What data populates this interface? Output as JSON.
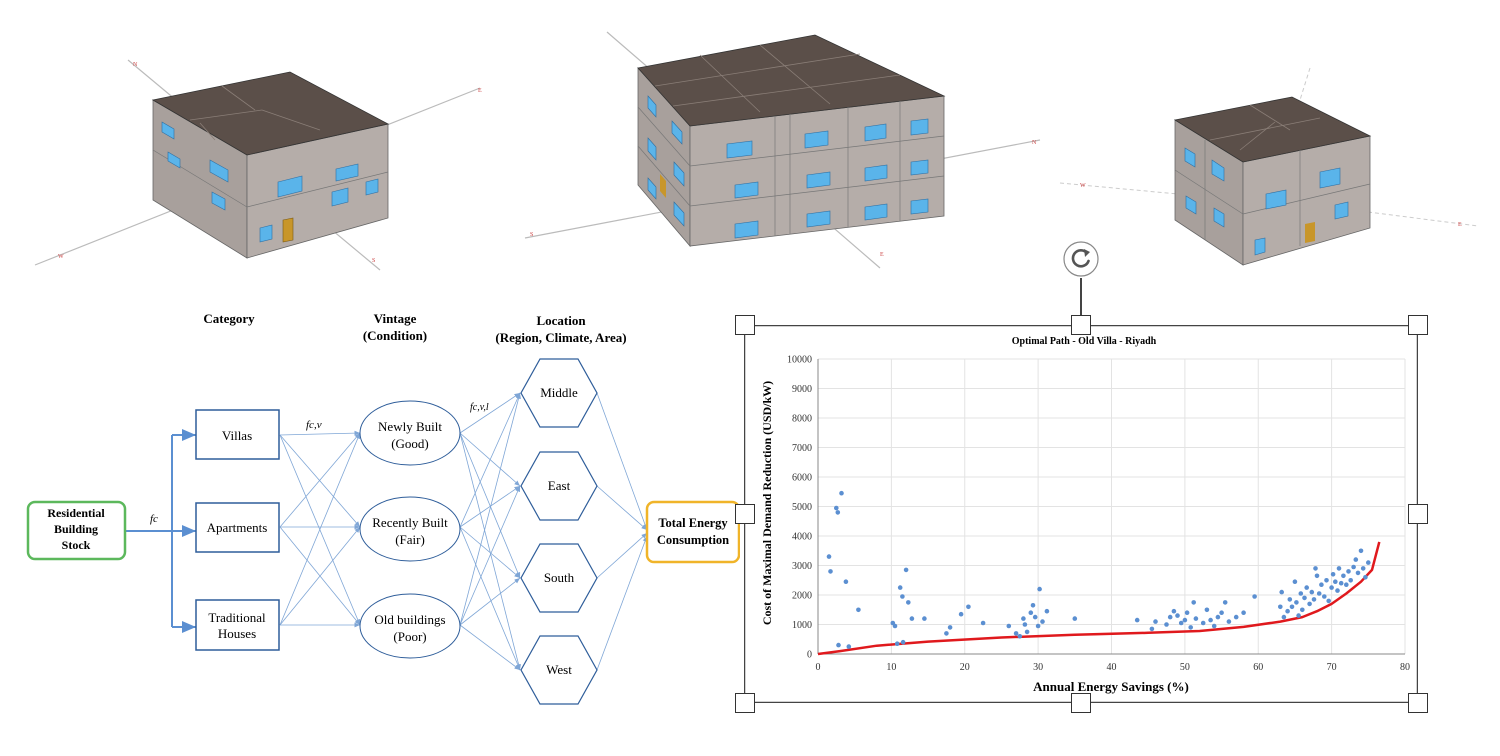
{
  "diagram": {
    "column_headers": {
      "category": "Category",
      "vintage": [
        "Vintage",
        "(Condition)"
      ],
      "location": [
        "Location",
        "(Region, Climate, Area)"
      ]
    },
    "source": [
      "Residential",
      "Building",
      "Stock"
    ],
    "categories": [
      {
        "label": [
          "Villas"
        ]
      },
      {
        "label": [
          "Apartments"
        ]
      },
      {
        "label": [
          "Traditional",
          "Houses"
        ]
      }
    ],
    "vintages": [
      {
        "label": [
          "Newly Built",
          "(Good)"
        ]
      },
      {
        "label": [
          "Recently Built",
          "(Fair)"
        ]
      },
      {
        "label": [
          "Old buildings",
          "(Poor)"
        ]
      }
    ],
    "locations": [
      "Middle",
      "East",
      "South",
      "West"
    ],
    "output": [
      "Total Energy",
      "Consumption"
    ],
    "edge_labels": {
      "fc": "fc",
      "fcv": "fc,v",
      "fcvl": "fc,v,l"
    },
    "colors": {
      "source_border": "#5cb85c",
      "output_border": "#f0b429",
      "node_border": "#2e5d9a",
      "link": "#7fa6d6"
    }
  },
  "models": {
    "colors": {
      "roof": "#5b4f49",
      "wall": "#b3aba7",
      "window": "#5ab4ea",
      "door": "#c8962a"
    },
    "axis_labels": [
      "N",
      "E",
      "S",
      "W"
    ]
  },
  "rotate_icon": "rotate-icon",
  "chart_data": {
    "type": "scatter",
    "title": "Optimal Path - Old Villa - Riyadh",
    "xlabel": "Annual Energy Savings (%)",
    "ylabel": "Cost of Maximal Demand Reduction (USD/kW)",
    "xlim": [
      0,
      80
    ],
    "ylim": [
      0,
      10000
    ],
    "xticks": [
      0,
      10,
      20,
      30,
      40,
      50,
      60,
      70,
      80
    ],
    "yticks": [
      0,
      1000,
      2000,
      3000,
      4000,
      5000,
      6000,
      7000,
      8000,
      9000,
      10000
    ],
    "grid": true,
    "series": [
      {
        "type": "scatter",
        "color": "#5b8fd1",
        "points": [
          [
            1.5,
            3300
          ],
          [
            1.7,
            2800
          ],
          [
            2.5,
            4950
          ],
          [
            2.7,
            4800
          ],
          [
            3.2,
            5450
          ],
          [
            3.8,
            2450
          ],
          [
            2.8,
            300
          ],
          [
            4.2,
            250
          ],
          [
            5.5,
            1500
          ],
          [
            10.2,
            1050
          ],
          [
            10.5,
            950
          ],
          [
            10.8,
            350
          ],
          [
            11.2,
            2250
          ],
          [
            11.5,
            1950
          ],
          [
            12.0,
            2850
          ],
          [
            12.3,
            1750
          ],
          [
            12.8,
            1200
          ],
          [
            14.5,
            1200
          ],
          [
            11.6,
            400
          ],
          [
            17.5,
            700
          ],
          [
            18.0,
            900
          ],
          [
            19.5,
            1350
          ],
          [
            20.5,
            1600
          ],
          [
            22.5,
            1050
          ],
          [
            26.0,
            950
          ],
          [
            27.0,
            700
          ],
          [
            27.5,
            600
          ],
          [
            28.2,
            1000
          ],
          [
            28.5,
            750
          ],
          [
            29.0,
            1400
          ],
          [
            29.3,
            1650
          ],
          [
            29.6,
            1250
          ],
          [
            30.0,
            950
          ],
          [
            30.2,
            2200
          ],
          [
            30.6,
            1100
          ],
          [
            31.2,
            1450
          ],
          [
            28.0,
            1200
          ],
          [
            35.0,
            1200
          ],
          [
            43.5,
            1150
          ],
          [
            45.5,
            850
          ],
          [
            46.0,
            1100
          ],
          [
            47.5,
            1000
          ],
          [
            48.0,
            1250
          ],
          [
            48.5,
            1450
          ],
          [
            49.0,
            1300
          ],
          [
            49.5,
            1050
          ],
          [
            50.0,
            1150
          ],
          [
            50.3,
            1400
          ],
          [
            50.8,
            900
          ],
          [
            51.2,
            1750
          ],
          [
            51.5,
            1200
          ],
          [
            52.5,
            1050
          ],
          [
            53.0,
            1500
          ],
          [
            53.5,
            1150
          ],
          [
            54.0,
            950
          ],
          [
            54.5,
            1250
          ],
          [
            55.0,
            1400
          ],
          [
            55.5,
            1750
          ],
          [
            56.0,
            1100
          ],
          [
            57.0,
            1250
          ],
          [
            58.0,
            1400
          ],
          [
            59.5,
            1950
          ],
          [
            63.0,
            1600
          ],
          [
            63.2,
            2100
          ],
          [
            63.5,
            1250
          ],
          [
            64.0,
            1450
          ],
          [
            64.3,
            1850
          ],
          [
            64.6,
            1600
          ],
          [
            65.0,
            2450
          ],
          [
            65.2,
            1750
          ],
          [
            65.5,
            1300
          ],
          [
            65.8,
            2050
          ],
          [
            66.0,
            1500
          ],
          [
            66.3,
            1900
          ],
          [
            66.6,
            2250
          ],
          [
            67.0,
            1700
          ],
          [
            67.3,
            2100
          ],
          [
            67.6,
            1850
          ],
          [
            68.0,
            2650
          ],
          [
            68.3,
            2050
          ],
          [
            68.6,
            2350
          ],
          [
            69.0,
            1950
          ],
          [
            69.3,
            2500
          ],
          [
            69.6,
            1800
          ],
          [
            70.0,
            2250
          ],
          [
            70.2,
            2700
          ],
          [
            70.5,
            2450
          ],
          [
            70.8,
            2150
          ],
          [
            71.0,
            2900
          ],
          [
            71.3,
            2400
          ],
          [
            71.6,
            2650
          ],
          [
            72.0,
            2350
          ],
          [
            72.3,
            2800
          ],
          [
            72.6,
            2500
          ],
          [
            73.0,
            2950
          ],
          [
            73.3,
            3200
          ],
          [
            73.6,
            2750
          ],
          [
            74.0,
            3500
          ],
          [
            74.3,
            2900
          ],
          [
            74.6,
            2600
          ],
          [
            75.0,
            3100
          ],
          [
            67.8,
            2900
          ]
        ]
      },
      {
        "type": "line",
        "color": "#e0191d",
        "points": [
          [
            0,
            0
          ],
          [
            3,
            100
          ],
          [
            8,
            280
          ],
          [
            15,
            420
          ],
          [
            25,
            560
          ],
          [
            35,
            650
          ],
          [
            45,
            720
          ],
          [
            52,
            780
          ],
          [
            58,
            920
          ],
          [
            63,
            1100
          ],
          [
            66,
            1250
          ],
          [
            68,
            1450
          ],
          [
            70,
            1700
          ],
          [
            72,
            2050
          ],
          [
            74,
            2450
          ],
          [
            75.5,
            2850
          ],
          [
            76.5,
            3800
          ]
        ]
      }
    ]
  }
}
